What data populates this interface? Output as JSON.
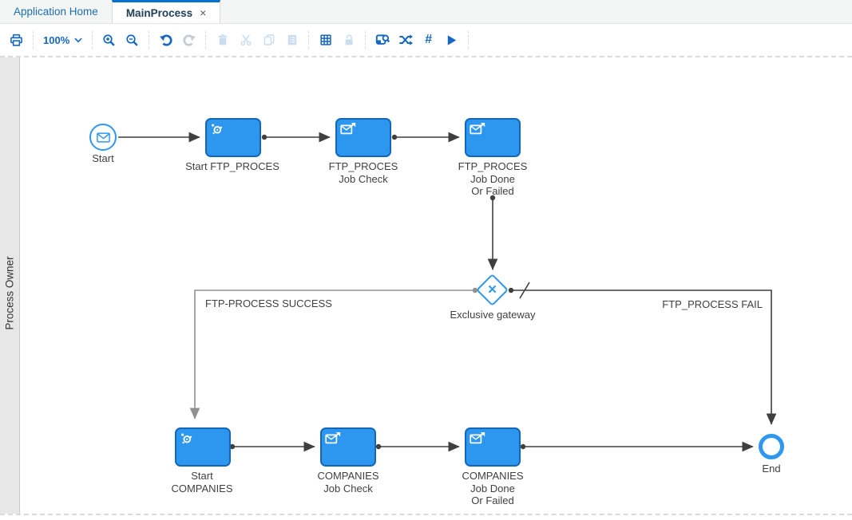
{
  "window": {
    "tabs": [
      {
        "label": "Application Home"
      },
      {
        "label": "MainProcess",
        "close_glyph": "×"
      }
    ]
  },
  "toolbar": {
    "zoom_level": "100%",
    "items": [
      {
        "name": "print",
        "enabled": true
      },
      {
        "name": "zoom-level-dropdown",
        "enabled": true,
        "value": "100%"
      },
      {
        "name": "zoom-in",
        "enabled": true
      },
      {
        "name": "zoom-out",
        "enabled": true
      },
      {
        "name": "undo",
        "enabled": true
      },
      {
        "name": "redo",
        "enabled": false
      },
      {
        "name": "delete",
        "enabled": false
      },
      {
        "name": "cut",
        "enabled": false
      },
      {
        "name": "copy",
        "enabled": false
      },
      {
        "name": "paste",
        "enabled": false
      },
      {
        "name": "snap-grid",
        "enabled": true
      },
      {
        "name": "lock",
        "enabled": false
      },
      {
        "name": "overview",
        "enabled": true
      },
      {
        "name": "auto-layout",
        "enabled": true
      },
      {
        "name": "toggle-grid",
        "enabled": true
      },
      {
        "name": "run",
        "enabled": true
      }
    ]
  },
  "icons": {
    "hash": "#",
    "gateway_x": "×"
  },
  "lane": {
    "label": "Process Owner"
  },
  "diagram": {
    "nodes": [
      {
        "name": "start-event",
        "type": "message-start-event",
        "label": "Start"
      },
      {
        "name": "task-start-ftp-process",
        "type": "service-task",
        "label": "Start FTP_PROCES"
      },
      {
        "name": "task-ftp-process-job-check",
        "type": "send-task",
        "label": "FTP_PROCES\nJob Check"
      },
      {
        "name": "task-ftp-process-job-done-or-failed",
        "type": "send-task",
        "label": "FTP_PROCES\nJob Done\nOr Failed"
      },
      {
        "name": "exclusive-gateway",
        "type": "exclusive-gateway",
        "label": "Exclusive gateway"
      },
      {
        "name": "task-start-companies",
        "type": "service-task",
        "label": "Start\nCOMPANIES"
      },
      {
        "name": "task-companies-job-check",
        "type": "send-task",
        "label": "COMPANIES\nJob Check"
      },
      {
        "name": "task-companies-job-done-or-failed",
        "type": "send-task",
        "label": "COMPANIES\nJob Done\nOr Failed"
      },
      {
        "name": "end-event",
        "type": "end-event",
        "label": "End"
      }
    ],
    "edge_labels": {
      "success": "FTP-PROCESS SUCCESS",
      "fail": "FTP_PROCESS FAIL"
    }
  },
  "colors": {
    "accent": "#0572ce",
    "toolbar_icon": "#1467c4",
    "task_fill": "#2d97f0",
    "task_border": "#1467b8",
    "event_border": "#2e97f0",
    "connector": "#3f3f3f",
    "connector_alt": "#909090"
  }
}
